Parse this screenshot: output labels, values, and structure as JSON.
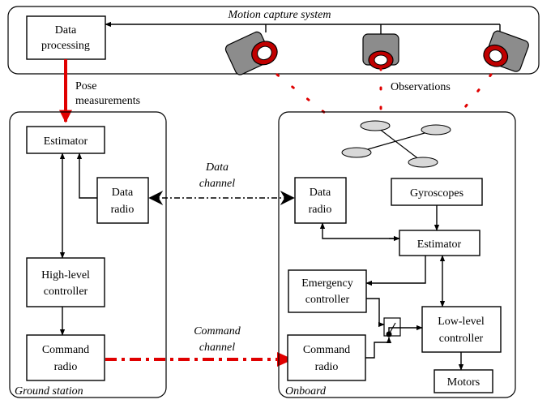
{
  "motion_capture": {
    "title": "Motion capture system",
    "data_processing": [
      "Data",
      "processing"
    ],
    "observations": "Observations",
    "pose_measurements": [
      "Pose",
      "measurements"
    ]
  },
  "ground_station": {
    "title": "Ground station",
    "estimator": "Estimator",
    "data_radio": [
      "Data",
      "radio"
    ],
    "high_level_controller": [
      "High-level",
      "controller"
    ],
    "command_radio": [
      "Command",
      "radio"
    ]
  },
  "onboard": {
    "title": "Onboard",
    "data_radio": [
      "Data",
      "radio"
    ],
    "gyroscopes": "Gyroscopes",
    "estimator": "Estimator",
    "emergency_controller": [
      "Emergency",
      "controller"
    ],
    "low_level_controller": [
      "Low-level",
      "controller"
    ],
    "command_radio": [
      "Command",
      "radio"
    ],
    "motors": "Motors"
  },
  "channels": {
    "data_channel": [
      "Data",
      "channel"
    ],
    "command_channel": [
      "Command",
      "channel"
    ]
  },
  "colors": {
    "red_link": "#e00000",
    "camera_body": "#8c8c8c",
    "camera_lens": "#c00000",
    "marker_fill": "#d8d8d8"
  }
}
